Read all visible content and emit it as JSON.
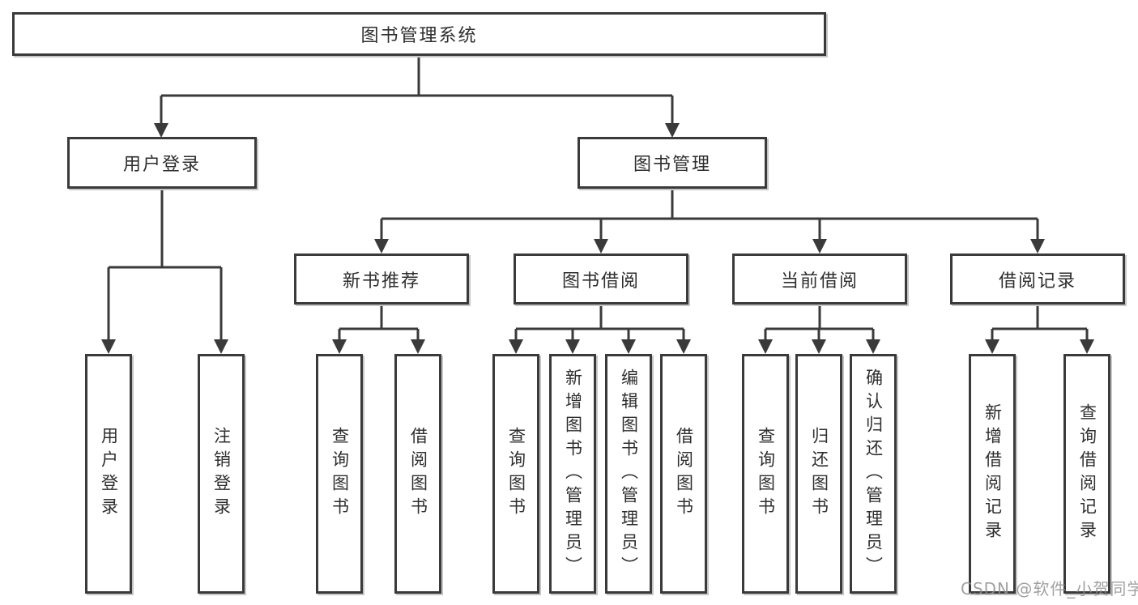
{
  "colors": {
    "line": "#3a3a3a",
    "text": "#2e2e2e",
    "box_fill": "#ffffff",
    "box_shadow": "#c6c6c6",
    "watermark": "#919191"
  },
  "nodes": {
    "root": {
      "label": "图书管理系统"
    },
    "user_login": {
      "label": "用户登录"
    },
    "book_mgmt": {
      "label": "图书管理"
    },
    "new_book_rec": {
      "label": "新书推荐"
    },
    "book_borrow": {
      "label": "图书借阅"
    },
    "current_borrow": {
      "label": "当前借阅"
    },
    "borrow_record": {
      "label": "借阅记录"
    },
    "leaf_user_login": {
      "label": "用户登录"
    },
    "leaf_logout": {
      "label": "注销登录"
    },
    "leaf_rec_query": {
      "label": "查询图书"
    },
    "leaf_rec_borrow": {
      "label": "借阅图书"
    },
    "leaf_bor_query": {
      "label": "查询图书"
    },
    "leaf_bor_add": {
      "label": "新增图书（管理员）"
    },
    "leaf_bor_edit": {
      "label": "编辑图书（管理员）"
    },
    "leaf_bor_borrow": {
      "label": "借阅图书"
    },
    "leaf_cur_query": {
      "label": "查询图书"
    },
    "leaf_cur_return": {
      "label": "归还图书"
    },
    "leaf_cur_confirm": {
      "label": "确认归还（管理员）"
    },
    "leaf_rcd_add": {
      "label": "新增借阅记录"
    },
    "leaf_rcd_query": {
      "label": "查询借阅记录"
    }
  },
  "watermark": {
    "text": "CSDN @软件_小贺同学"
  }
}
